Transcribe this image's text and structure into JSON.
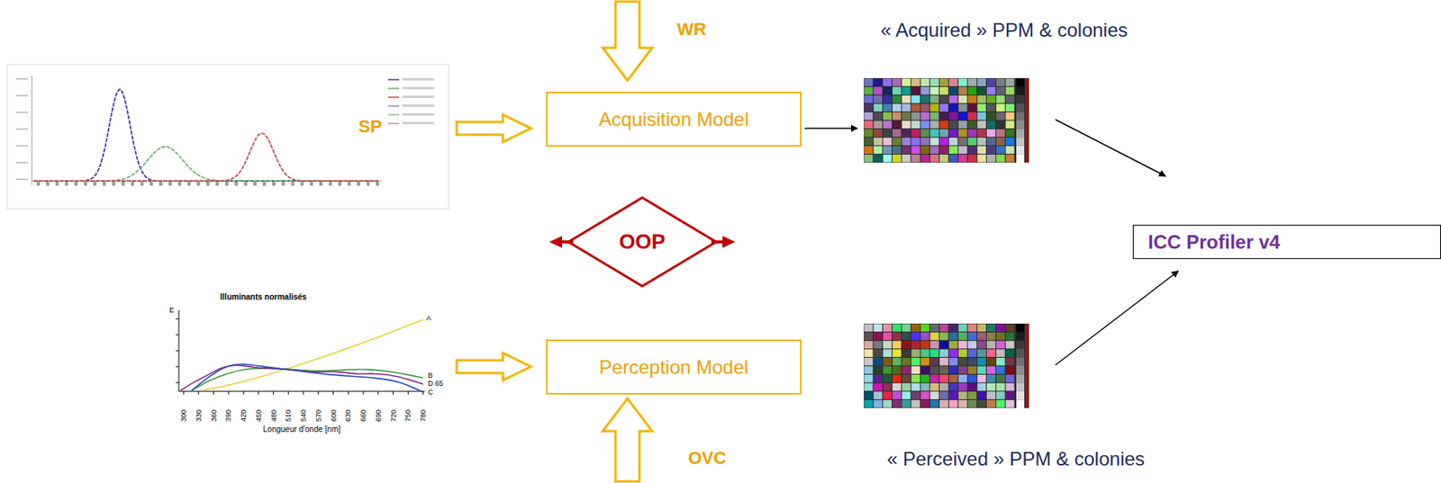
{
  "diagram": {
    "nodes": [
      {
        "text": [
          "Acquisition Model"
        ]
      },
      {
        "text": [
          "OOP"
        ]
      },
      {
        "text": [
          "Perception Model"
        ]
      },
      {
        "text": [
          "ICC Profiler v4"
        ]
      }
    ],
    "labels": [
      "SP",
      "WR",
      "« Acquired » PPM & colonies",
      "OVC",
      "« Perceived » PPM & colonies",
      "Illuminants normalisés",
      "E",
      "300",
      "330",
      "360",
      "390",
      "420",
      "450",
      "480",
      "510",
      "540",
      "570",
      "600",
      "630",
      "660",
      "690",
      "720",
      "750",
      "780",
      "Longueur d'onde [nm]",
      "A",
      "B",
      "D 65",
      "C"
    ]
  }
}
